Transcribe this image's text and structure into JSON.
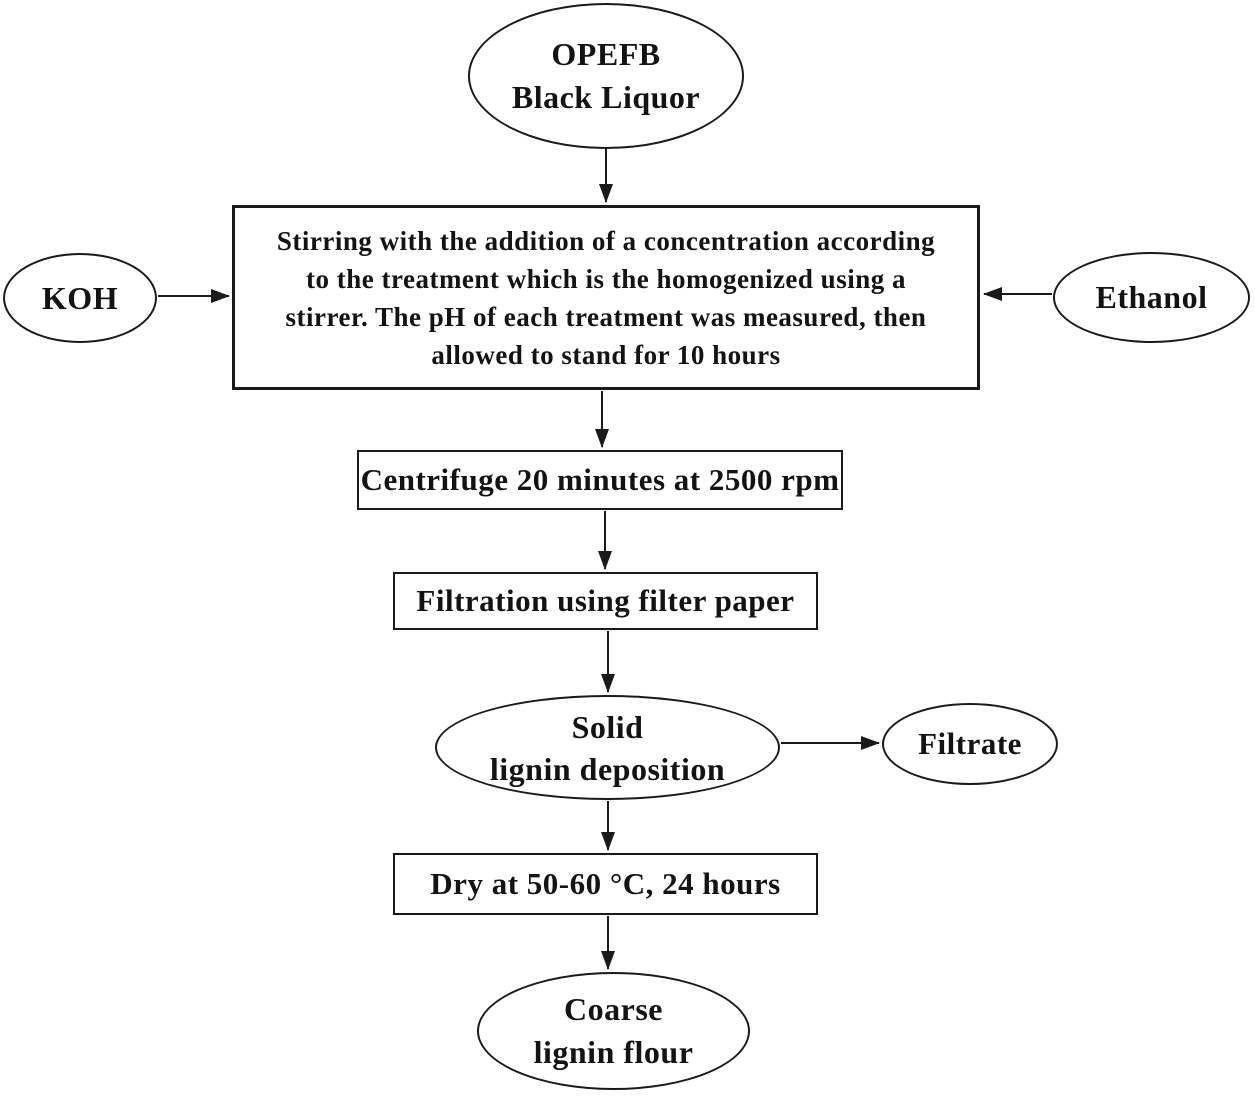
{
  "figure": {
    "type": "flowchart",
    "colors": {
      "line": "#1a1a1a",
      "text": "#131313",
      "background": "#ffffff"
    },
    "nodes": {
      "opefb": {
        "shape": "ellipse",
        "lines": [
          "OPEFB",
          "Black Liquor"
        ]
      },
      "stirring": {
        "shape": "rect",
        "lines": [
          "Stirring with the addition of a concentration according",
          "to the treatment which is the homogenized using a",
          "stirrer. The pH of each treatment was measured, then",
          "allowed to stand for 10 hours"
        ]
      },
      "koh": {
        "shape": "ellipse",
        "label": "KOH"
      },
      "ethanol": {
        "shape": "ellipse",
        "label": "Ethanol"
      },
      "centrifuge": {
        "shape": "rect",
        "label": "Centrifuge 20 minutes at 2500 rpm"
      },
      "filtration": {
        "shape": "rect",
        "label": "Filtration using filter paper"
      },
      "solid_lignin": {
        "shape": "ellipse",
        "lines": [
          "Solid",
          "lignin deposition"
        ]
      },
      "filtrate": {
        "shape": "ellipse",
        "label": "Filtrate"
      },
      "dry": {
        "shape": "rect",
        "label": "Dry at 50-60 °C, 24 hours"
      },
      "coarse_lignin": {
        "shape": "ellipse",
        "lines": [
          "Coarse",
          "lignin flour"
        ]
      }
    },
    "edges": [
      {
        "from": "opefb",
        "to": "stirring"
      },
      {
        "from": "koh",
        "to": "stirring"
      },
      {
        "from": "ethanol",
        "to": "stirring"
      },
      {
        "from": "stirring",
        "to": "centrifuge"
      },
      {
        "from": "centrifuge",
        "to": "filtration"
      },
      {
        "from": "filtration",
        "to": "solid_lignin"
      },
      {
        "from": "solid_lignin",
        "to": "filtrate"
      },
      {
        "from": "solid_lignin",
        "to": "dry"
      },
      {
        "from": "dry",
        "to": "coarse_lignin"
      }
    ]
  }
}
